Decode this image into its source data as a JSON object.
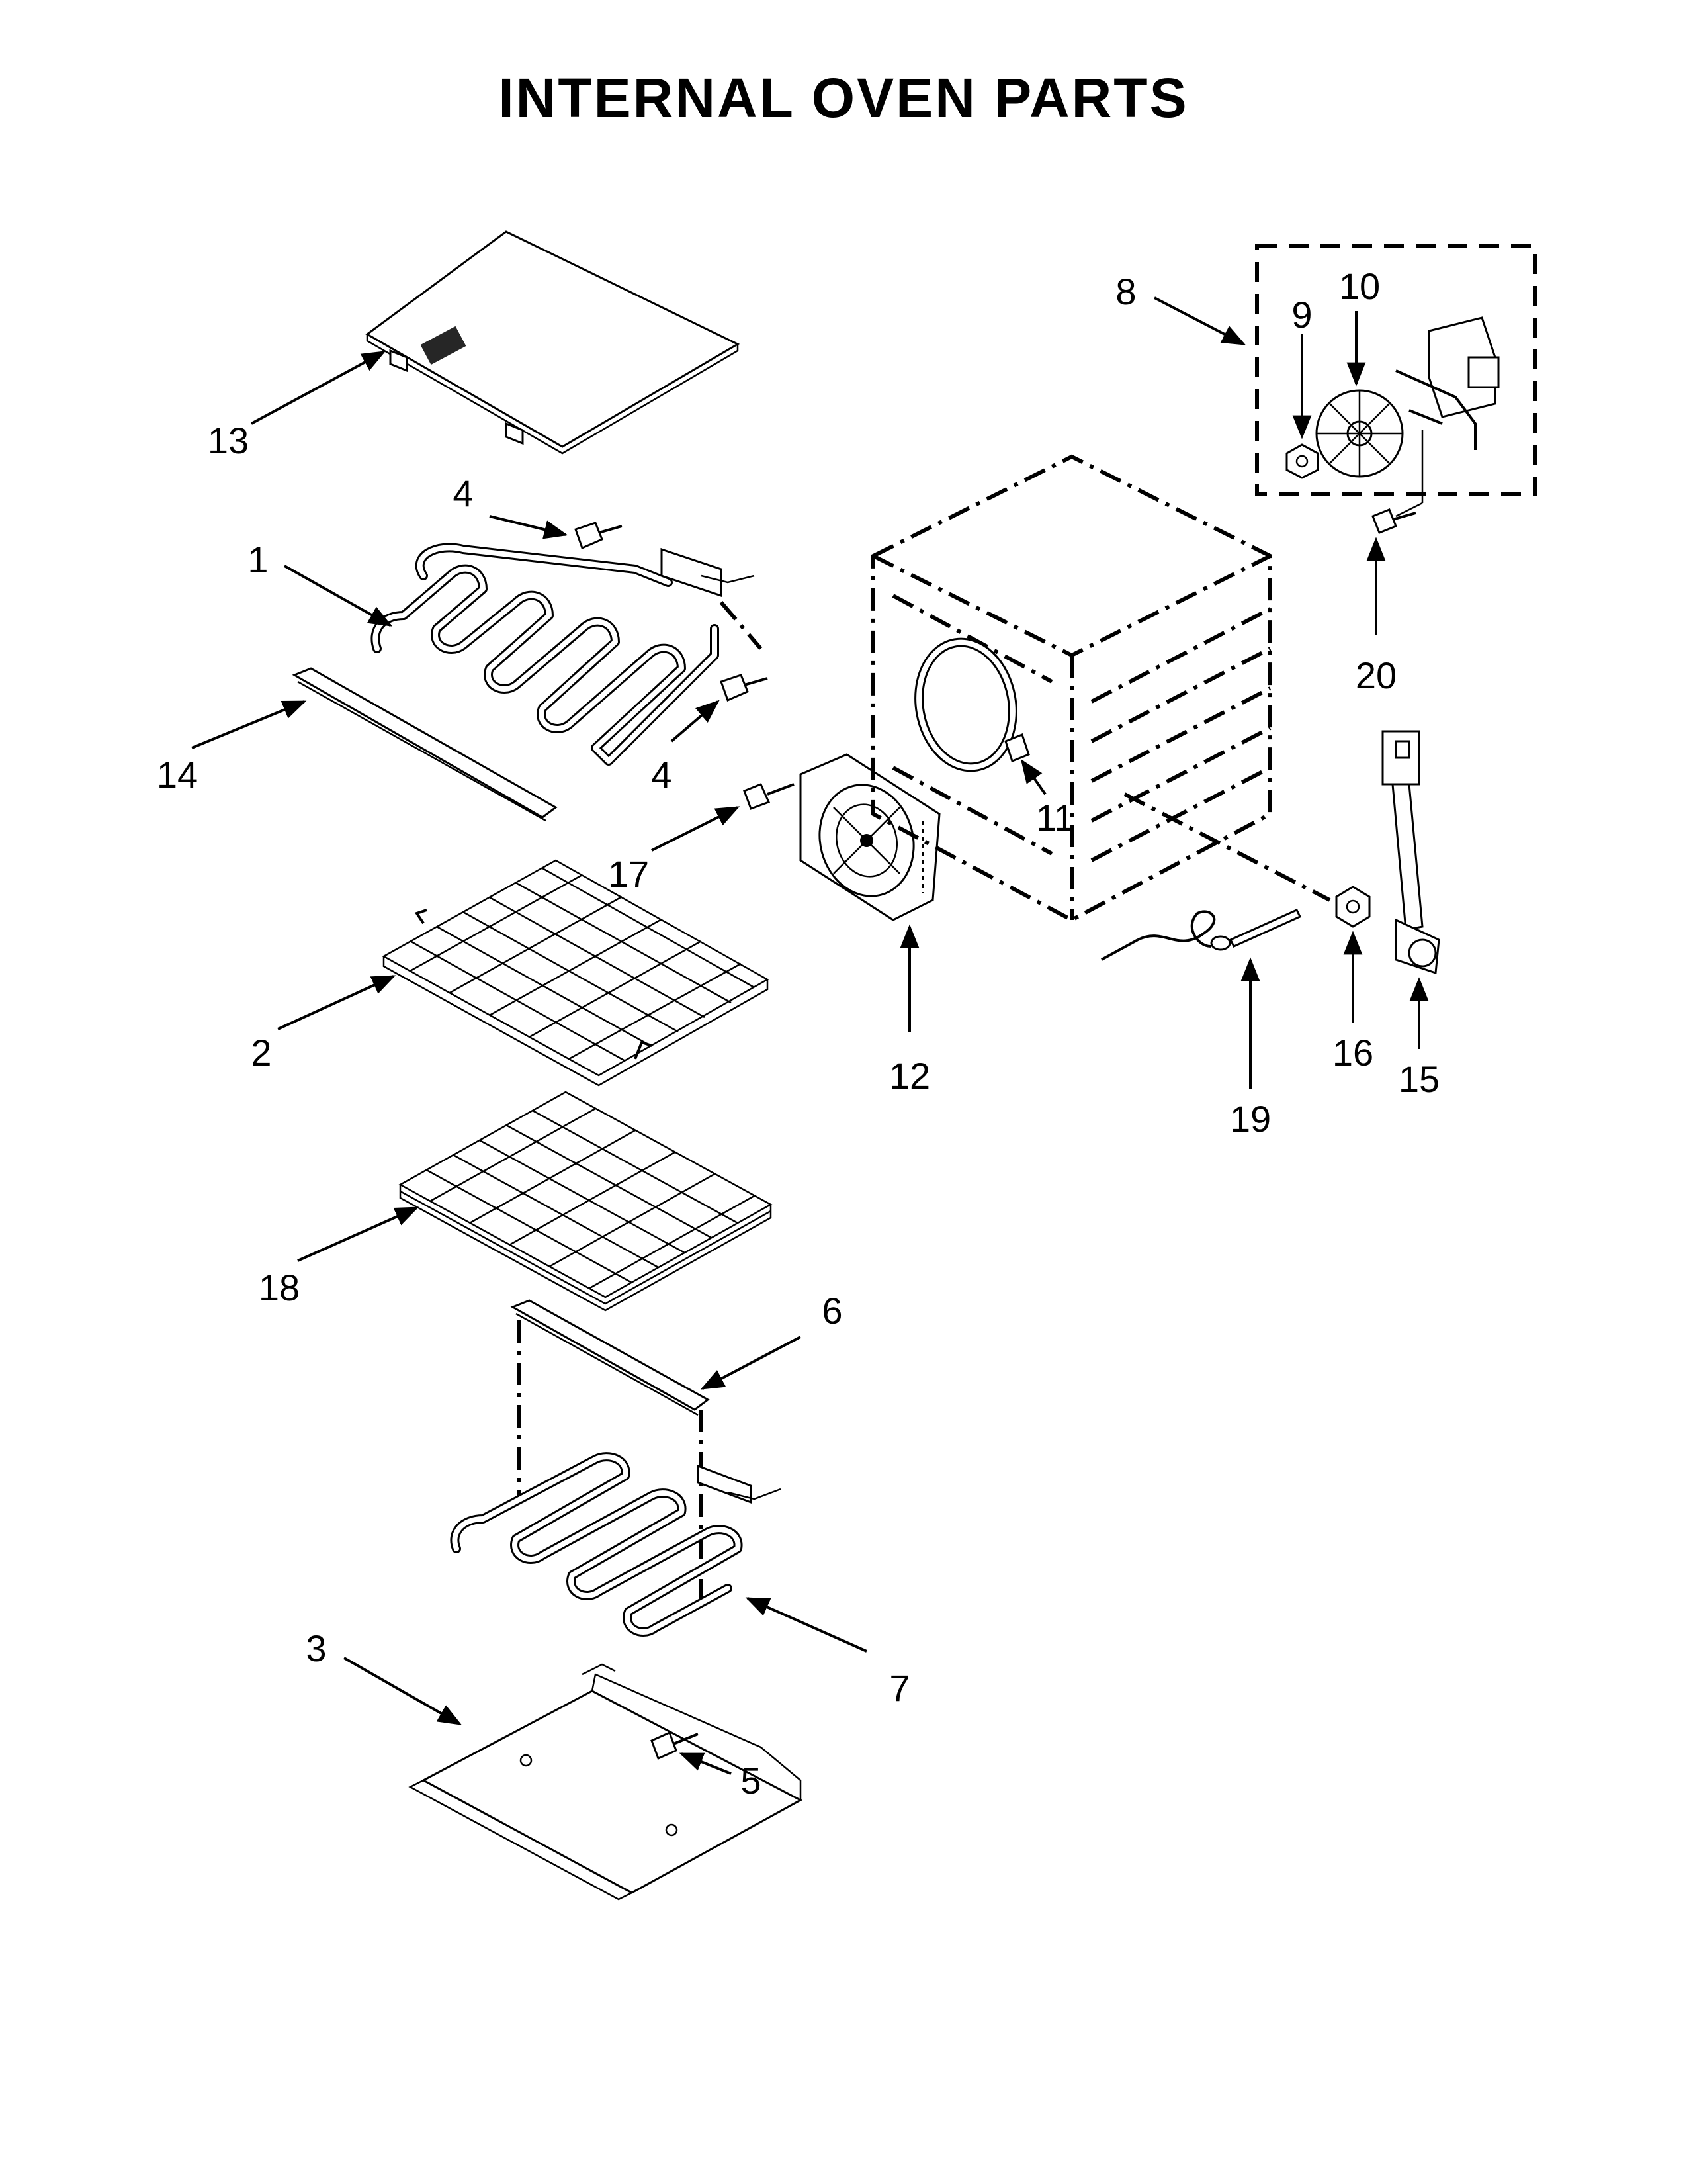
{
  "title": "INTERNAL OVEN PARTS",
  "callouts": [
    {
      "id": "13",
      "label": "13"
    },
    {
      "id": "4a",
      "label": "4"
    },
    {
      "id": "1",
      "label": "1"
    },
    {
      "id": "14",
      "label": "14"
    },
    {
      "id": "4b",
      "label": "4"
    },
    {
      "id": "17",
      "label": "17"
    },
    {
      "id": "2",
      "label": "2"
    },
    {
      "id": "12",
      "label": "12"
    },
    {
      "id": "11",
      "label": "11"
    },
    {
      "id": "18",
      "label": "18"
    },
    {
      "id": "6",
      "label": "6"
    },
    {
      "id": "7",
      "label": "7"
    },
    {
      "id": "3",
      "label": "3"
    },
    {
      "id": "5",
      "label": "5"
    },
    {
      "id": "8",
      "label": "8"
    },
    {
      "id": "9",
      "label": "9"
    },
    {
      "id": "10",
      "label": "10"
    },
    {
      "id": "20",
      "label": "20"
    },
    {
      "id": "19",
      "label": "19"
    },
    {
      "id": "16",
      "label": "16"
    },
    {
      "id": "15",
      "label": "15"
    }
  ]
}
